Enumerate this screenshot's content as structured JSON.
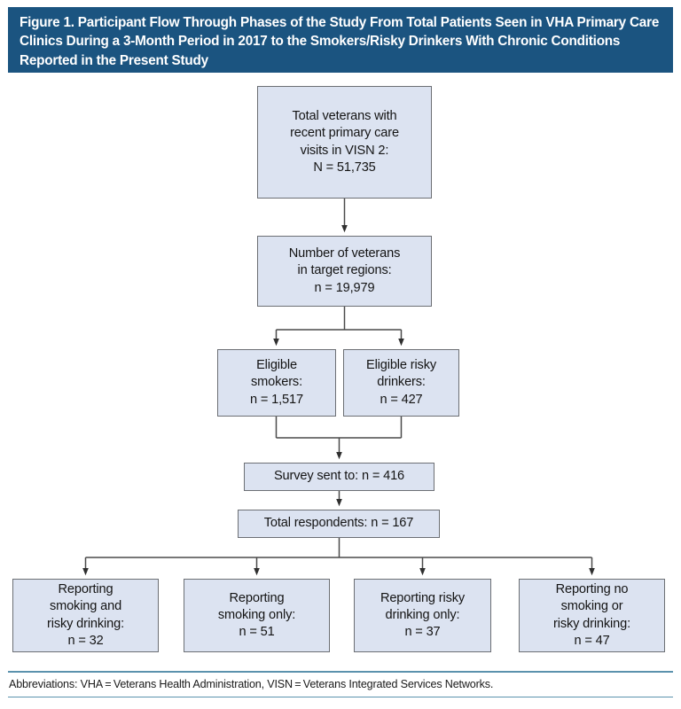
{
  "figure": {
    "banner_title": "Figure 1. Participant Flow Through Phases of the Study From Total Patients Seen in VHA Primary Care Clinics During a 3-Month Period in 2017 to the Smokers/Risky Drinkers With Chronic Conditions Reported in the Present Study",
    "footnote": "Abbreviations: VHA = Veterans Health Administration, VISN = Veterans Integrated Services Networks."
  },
  "colors": {
    "banner_background": "#1b5480",
    "banner_text": "#ffffff",
    "node_fill": "#dce3f1",
    "node_border": "#6c6f74",
    "connector": "#3a3a3a",
    "rule": "#5b92ad",
    "page_background": "#ffffff"
  },
  "chart_data": {
    "type": "diagram",
    "title": "Participant Flow Through Phases of the Study",
    "nodes": [
      {
        "id": "total",
        "label": "Total veterans with\nrecent primary care\nvisits in VISN 2:\nN = 51,735",
        "count": 51735,
        "count_symbol": "N"
      },
      {
        "id": "target",
        "label": "Number of veterans\nin target regions:\nn = 19,979",
        "count": 19979,
        "count_symbol": "n"
      },
      {
        "id": "smokers",
        "label": "Eligible\nsmokers:\nn = 1,517",
        "count": 1517,
        "count_symbol": "n"
      },
      {
        "id": "drinkers",
        "label": "Eligible risky\ndrinkers:\nn = 427",
        "count": 427,
        "count_symbol": "n"
      },
      {
        "id": "survey",
        "label": "Survey sent to: n = 416",
        "count": 416,
        "count_symbol": "n"
      },
      {
        "id": "respondents",
        "label": "Total respondents: n = 167",
        "count": 167,
        "count_symbol": "n"
      },
      {
        "id": "out1",
        "label": "Reporting\nsmoking and\nrisky drinking:\nn = 32",
        "count": 32,
        "count_symbol": "n"
      },
      {
        "id": "out2",
        "label": "Reporting\nsmoking only:\nn = 51",
        "count": 51,
        "count_symbol": "n"
      },
      {
        "id": "out3",
        "label": "Reporting risky\ndrinking only:\nn = 37",
        "count": 37,
        "count_symbol": "n"
      },
      {
        "id": "out4",
        "label": "Reporting no\nsmoking or\nrisky drinking:\nn = 47",
        "count": 47,
        "count_symbol": "n"
      }
    ],
    "edges": [
      {
        "from": "total",
        "to": "target"
      },
      {
        "from": "target",
        "to": "smokers"
      },
      {
        "from": "target",
        "to": "drinkers"
      },
      {
        "from": "smokers",
        "to": "survey"
      },
      {
        "from": "drinkers",
        "to": "survey"
      },
      {
        "from": "survey",
        "to": "respondents"
      },
      {
        "from": "respondents",
        "to": "out1"
      },
      {
        "from": "respondents",
        "to": "out2"
      },
      {
        "from": "respondents",
        "to": "out3"
      },
      {
        "from": "respondents",
        "to": "out4"
      }
    ]
  }
}
